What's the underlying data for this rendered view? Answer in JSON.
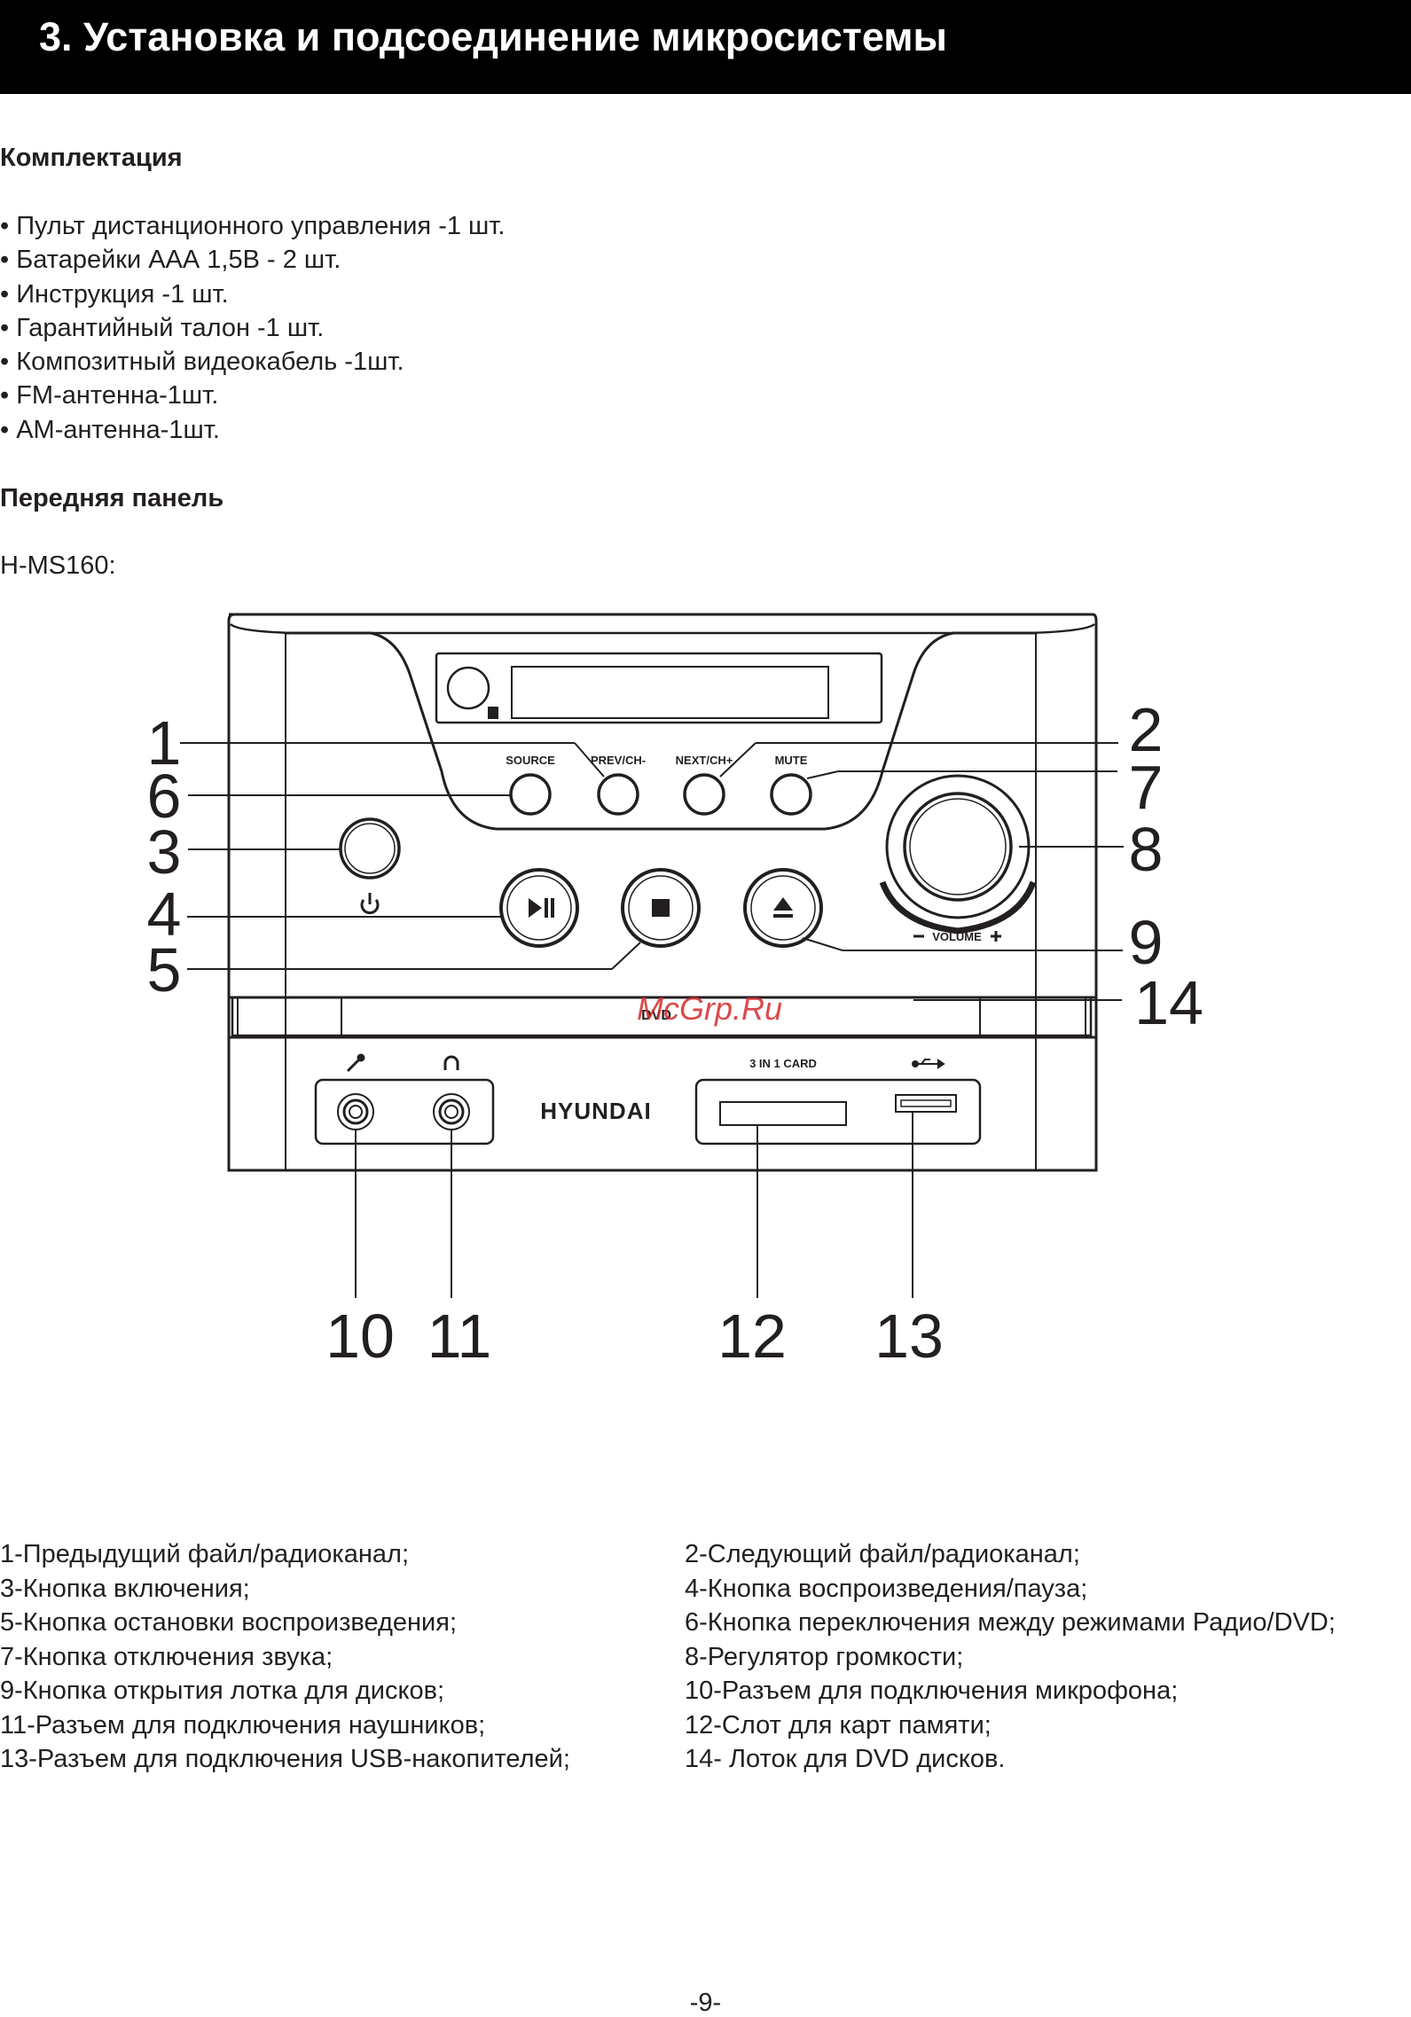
{
  "header": {
    "title": "3. Установка и подсоединение микросистемы"
  },
  "contents": {
    "heading": "Комплектация",
    "items": [
      "• Пульт дистанционного управления -1 шт.",
      "• Батарейки ААА 1,5В - 2 шт.",
      "• Инструкция -1 шт.",
      "• Гарантийный талон -1 шт.",
      "• Композитный видеокабель -1шт.",
      "• FM-антенна-1шт.",
      "• АМ-антенна-1шт."
    ]
  },
  "front_panel": {
    "heading": "Передняя панель",
    "model": "H-MS160:"
  },
  "diagram": {
    "buttons": {
      "source": "SOURCE",
      "prev": "PREV/CH-",
      "next": "NEXT/CH+",
      "mute": "MUTE"
    },
    "volume_label": "VOLUME",
    "card_label": "3 IN 1 CARD",
    "brand": "HYUNDAI",
    "watermark": "McGrp.Ru",
    "callouts": [
      "1",
      "2",
      "3",
      "4",
      "5",
      "6",
      "7",
      "8",
      "9",
      "10",
      "11",
      "12",
      "13",
      "14"
    ]
  },
  "legend": {
    "left": [
      "1-Предыдущий файл/радиоканал;",
      "3-Кнопка включения;",
      "5-Кнопка остановки воспроизведения;",
      "7-Кнопка отключения звука;",
      "9-Кнопка открытия лотка для дисков;",
      "11-Разъем для подключения наушников;",
      "13-Разъем для подключения USB-накопителей;"
    ],
    "right": [
      "2-Следующий файл/радиоканал;",
      "4-Кнопка воспроизведения/пауза;",
      "6-Кнопка переключения между режимами Радио/DVD;",
      "8-Регулятор громкости;",
      "10-Разъем для подключения микрофона;",
      "12-Слот для карт памяти;",
      "14- Лоток для DVD дисков."
    ]
  },
  "footer": {
    "page_number": "-9-"
  }
}
